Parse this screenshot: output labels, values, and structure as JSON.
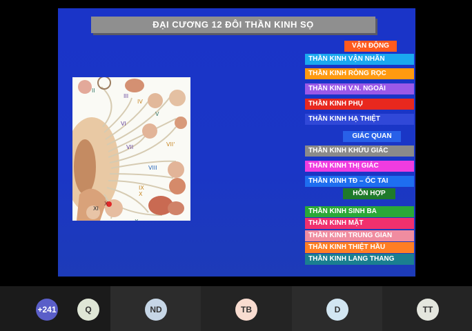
{
  "slide": {
    "title": "ĐẠI CƯƠNG 12  ĐÔI THẦN KINH SỌ",
    "groups": [
      {
        "label": "VẬN ĐỘNG",
        "color": "#ff5a1e"
      },
      {
        "label": "GIÁC QUAN",
        "color": "#2860e8"
      },
      {
        "label": "HỖN HỢP",
        "color": "#1f7a2a"
      }
    ],
    "nerves": [
      {
        "label": "THẦN KINH VẬN NHÃN",
        "color": "#1aa8f0"
      },
      {
        "label": "THẦN KINH RÒNG RỌC",
        "color": "#ff9a10"
      },
      {
        "label": "THẦN KINH V.N. NGOÀI",
        "color": "#9b59e8"
      },
      {
        "label": "THẦN KINH PHỤ",
        "color": "#e8281e"
      },
      {
        "label": "THẦN KINH HẠ THIỆT",
        "color": "#3048d8"
      },
      {
        "label": "THẦN KINH KHỨU GIÁC",
        "color": "#8a8a8a"
      },
      {
        "label": "THẦN KINH THỊ GIÁC",
        "color": "#f03ce0"
      },
      {
        "label": "THẦN KINH TĐ – ỐC TAI",
        "color": "#1e6ef0"
      },
      {
        "label": "THẦN KINH SINH BA",
        "color": "#2aa838"
      },
      {
        "label": "THẦN KINH MẶT",
        "color": "#f0306e"
      },
      {
        "label": "THẦN KINH TRUNG GIAN",
        "color": "#f08ca0"
      },
      {
        "label": "THẦN KINH THIỆT HẦU",
        "color": "#ff7e24"
      },
      {
        "label": "THẦN KINH LANG THANG",
        "color": "#1a7f90"
      }
    ],
    "figure_labels": [
      "II",
      "III",
      "IV",
      "V",
      "VI",
      "VII",
      "VII'",
      "VIII",
      "IX",
      "X",
      "X",
      "XI",
      "X"
    ]
  },
  "participants": [
    {
      "initials": "+241",
      "color": "#5a5ec8",
      "text_color": "#ffffff"
    },
    {
      "initials": "Q",
      "color": "#dfe6d6",
      "text_color": "#333333"
    },
    {
      "initials": "ND",
      "color": "#c6d6e6",
      "text_color": "#333333"
    },
    {
      "initials": "TB",
      "color": "#f8dcd0",
      "text_color": "#333333"
    },
    {
      "initials": "D",
      "color": "#d2e6f2",
      "text_color": "#333333"
    },
    {
      "initials": "TT",
      "color": "#e4e6de",
      "text_color": "#333333"
    }
  ]
}
